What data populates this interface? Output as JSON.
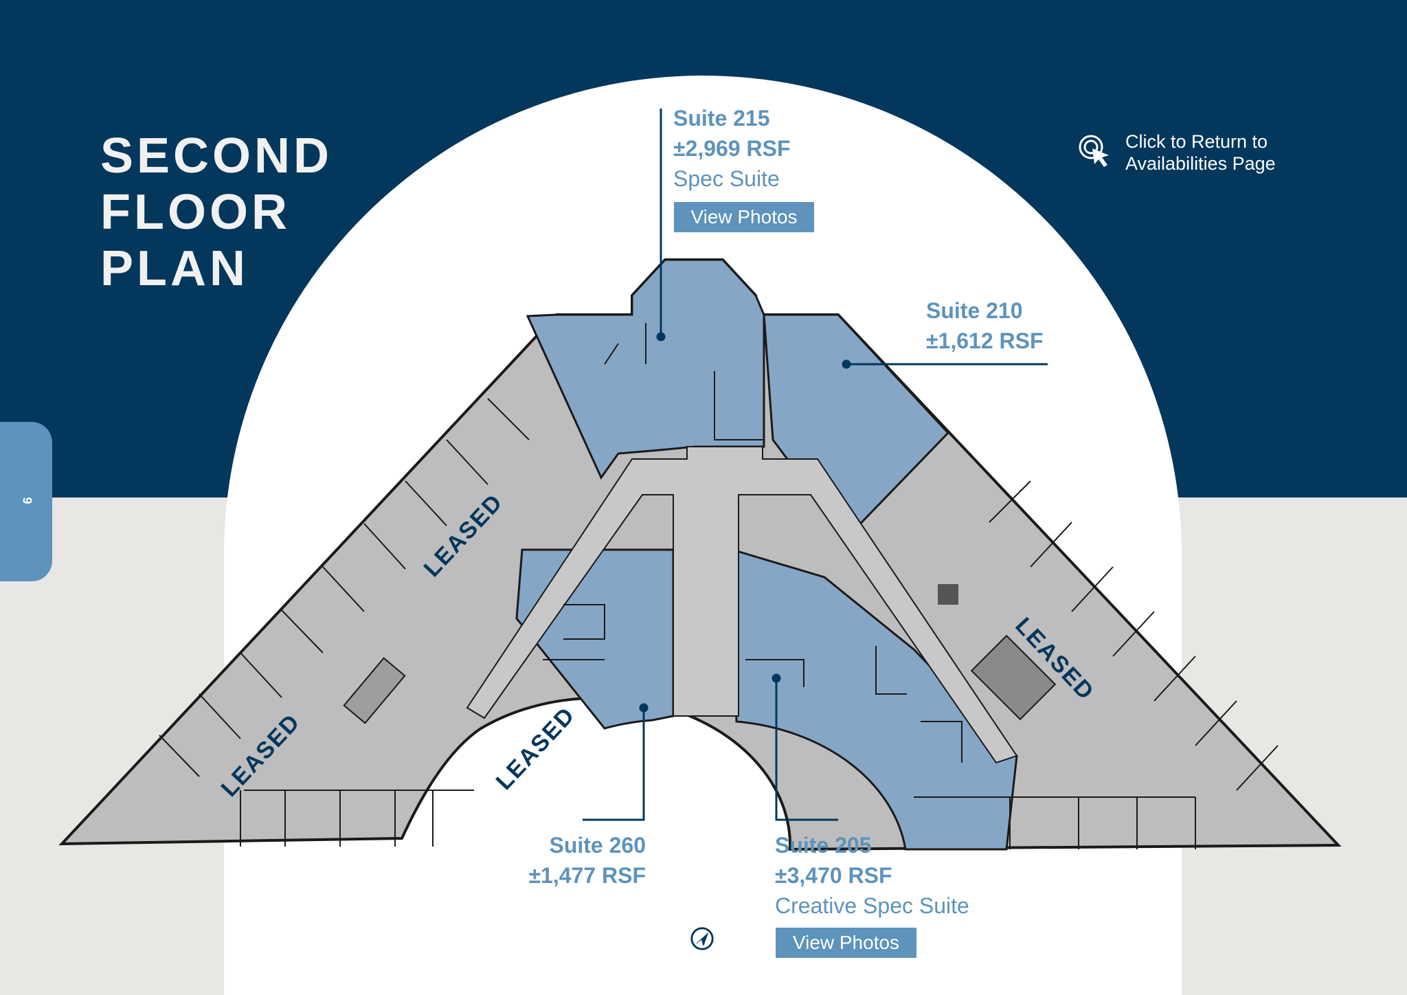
{
  "page": {
    "number": "9",
    "title_lines": [
      "SECOND",
      "FLOOR",
      "PLAN"
    ]
  },
  "return_link": {
    "text": "Click to Return to Availabilities Page",
    "icon": "cursor-click-icon"
  },
  "suites": [
    {
      "name": "Suite 215",
      "size": "±2,969 RSF",
      "type": "Spec Suite",
      "button": "View Photos"
    },
    {
      "name": "Suite 210",
      "size": "±1,612 RSF"
    },
    {
      "name": "Suite 260",
      "size": "±1,477 RSF"
    },
    {
      "name": "Suite 205",
      "size": "±3,470 RSF",
      "type": "Creative Spec Suite",
      "button": "View Photos"
    }
  ],
  "leased_label": "LEASED",
  "colors": {
    "navy": "#03375c",
    "accent_blue": "#5d93bc",
    "available_fill": "#86a6c6",
    "leased_fill": "#bdbdbd",
    "background_gray": "#e8e7e3"
  }
}
